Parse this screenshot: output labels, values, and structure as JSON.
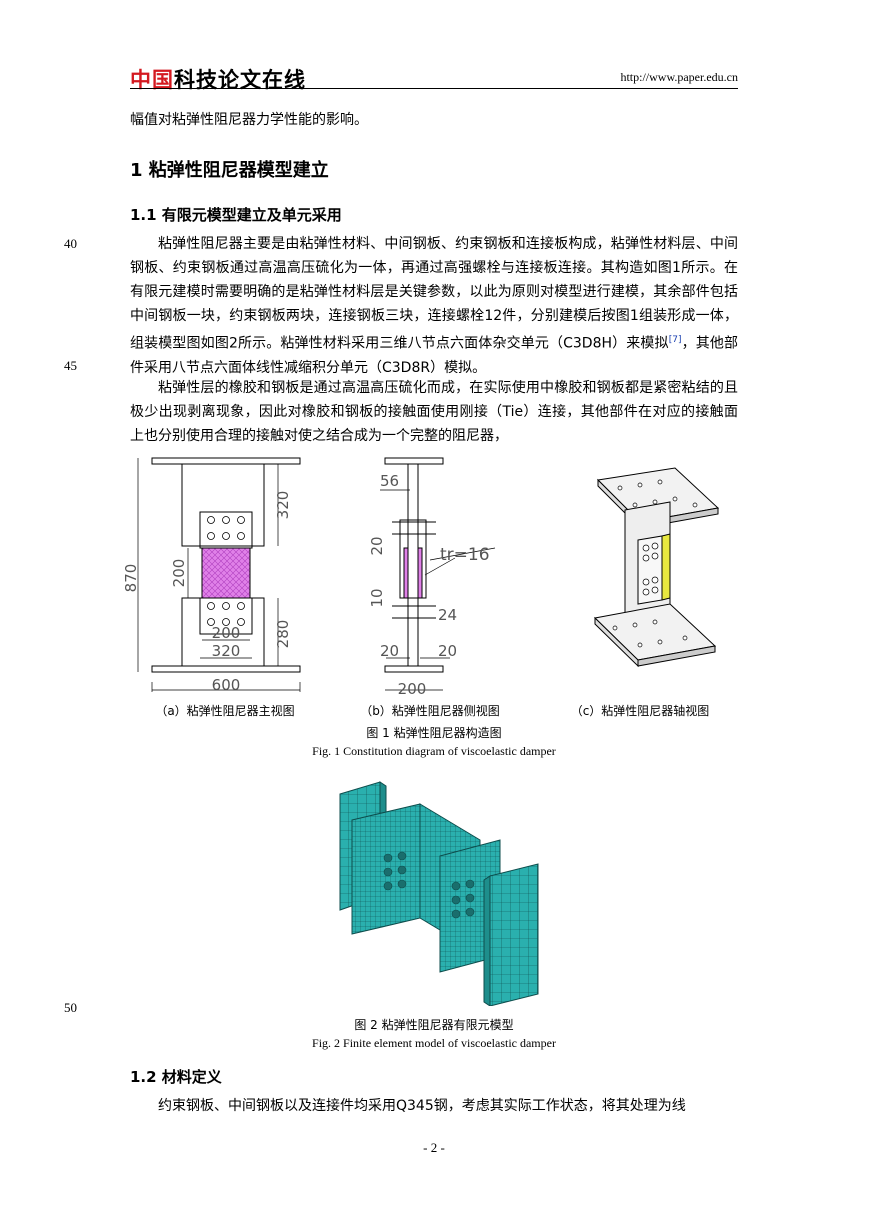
{
  "header": {
    "logo_red": "中国",
    "logo_black": "科技论文在线",
    "url": "http://www.paper.edu.cn"
  },
  "paragraphs": {
    "p0": "幅值对粘弹性阻尼器力学性能的影响。",
    "p1": "粘弹性阻尼器主要是由粘弹性材料、中间钢板、约束钢板和连接板构成，粘弹性材料层、中间钢板、约束钢板通过高温高压硫化为一体，再通过高强螺栓与连接板连接。其构造如图1所示。在有限元建模时需要明确的是粘弹性材料层是关键参数，以此为原则对模型进行建模，其余部件包括中间钢板一块，约束钢板两块，连接钢板三块，连接螺栓12件，分别建模后按图1组装形成一体，组装模型图如图2所示。粘弹性材料采用三维八节点六面体杂交单元（C3D8H）来模拟",
    "p1_cite": "[7]",
    "p1_tail": "，其他部件采用八节点六面体线性减缩积分单元（C3D8R）模拟。",
    "p2": "粘弹性层的橡胶和钢板是通过高温高压硫化而成，在实际使用中橡胶和钢板都是紧密粘结的且极少出现剥离现象，因此对橡胶和钢板的接触面使用刚接（Tie）连接，其他部件在对应的接触面上也分别使用合理的接触对使之结合成为一个完整的阻尼器，",
    "p3": "约束钢板、中间钢板以及连接件均采用Q345钢，考虑其实际工作状态，将其处理为线"
  },
  "sections": {
    "s1": "1   粘弹性阻尼器模型建立",
    "s11": "1.1    有限元模型建立及单元采用",
    "s12": "1.2    材料定义"
  },
  "line_numbers": [
    "40",
    "45",
    "50"
  ],
  "figure1": {
    "dims": {
      "d870": "870",
      "d320a": "320",
      "d200": "200",
      "d280": "280",
      "d200b": "200",
      "d320b": "320",
      "d600": "600",
      "d56": "56",
      "d20a": "20",
      "tr": "tr=16",
      "d10": "10",
      "d24": "24",
      "d20b": "20",
      "d20c": "20",
      "d200c": "200"
    },
    "sub_a": "（a）粘弹性阻尼器主视图",
    "sub_b": "（b）粘弹性阻尼器侧视图",
    "sub_c": "（c）粘弹性阻尼器轴视图",
    "caption_cn": "图 1    粘弹性阻尼器构造图",
    "caption_en": "Fig. 1    Constitution diagram of viscoelastic damper"
  },
  "figure2": {
    "caption_cn": "图 2    粘弹性阻尼器有限元模型",
    "caption_en": "Fig. 2    Finite element model of viscoelastic damper"
  },
  "footer": {
    "page": "- 2 -"
  },
  "colors": {
    "logo_red": "#d41920",
    "viscoelastic": "#e080e8",
    "fe_mesh": "#2ab0ae",
    "cite": "#1a3fb0"
  }
}
